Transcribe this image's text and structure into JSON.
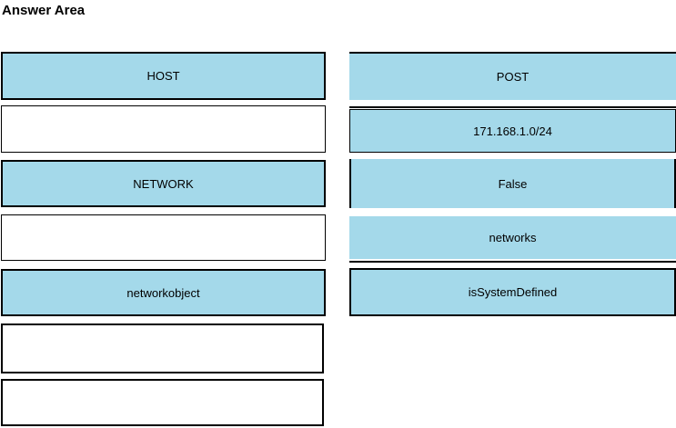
{
  "title": "Answer Area",
  "colors": {
    "token_blue": "#A4D9EA",
    "border": "#000000",
    "background": "#FFFFFF"
  },
  "left_column": {
    "items": [
      {
        "kind": "token",
        "label": "HOST"
      },
      {
        "kind": "empty-slot",
        "label": ""
      },
      {
        "kind": "token",
        "label": "NETWORK"
      },
      {
        "kind": "empty-slot",
        "label": ""
      },
      {
        "kind": "token",
        "label": "networkobject"
      },
      {
        "kind": "empty-slot",
        "label": ""
      },
      {
        "kind": "empty-slot",
        "label": ""
      }
    ]
  },
  "right_column": {
    "items": [
      {
        "kind": "token",
        "label": "POST"
      },
      {
        "kind": "token",
        "label": "171.168.1.0/24"
      },
      {
        "kind": "token",
        "label": "False"
      },
      {
        "kind": "token",
        "label": "networks"
      },
      {
        "kind": "token",
        "label": "isSystemDefined"
      }
    ]
  }
}
